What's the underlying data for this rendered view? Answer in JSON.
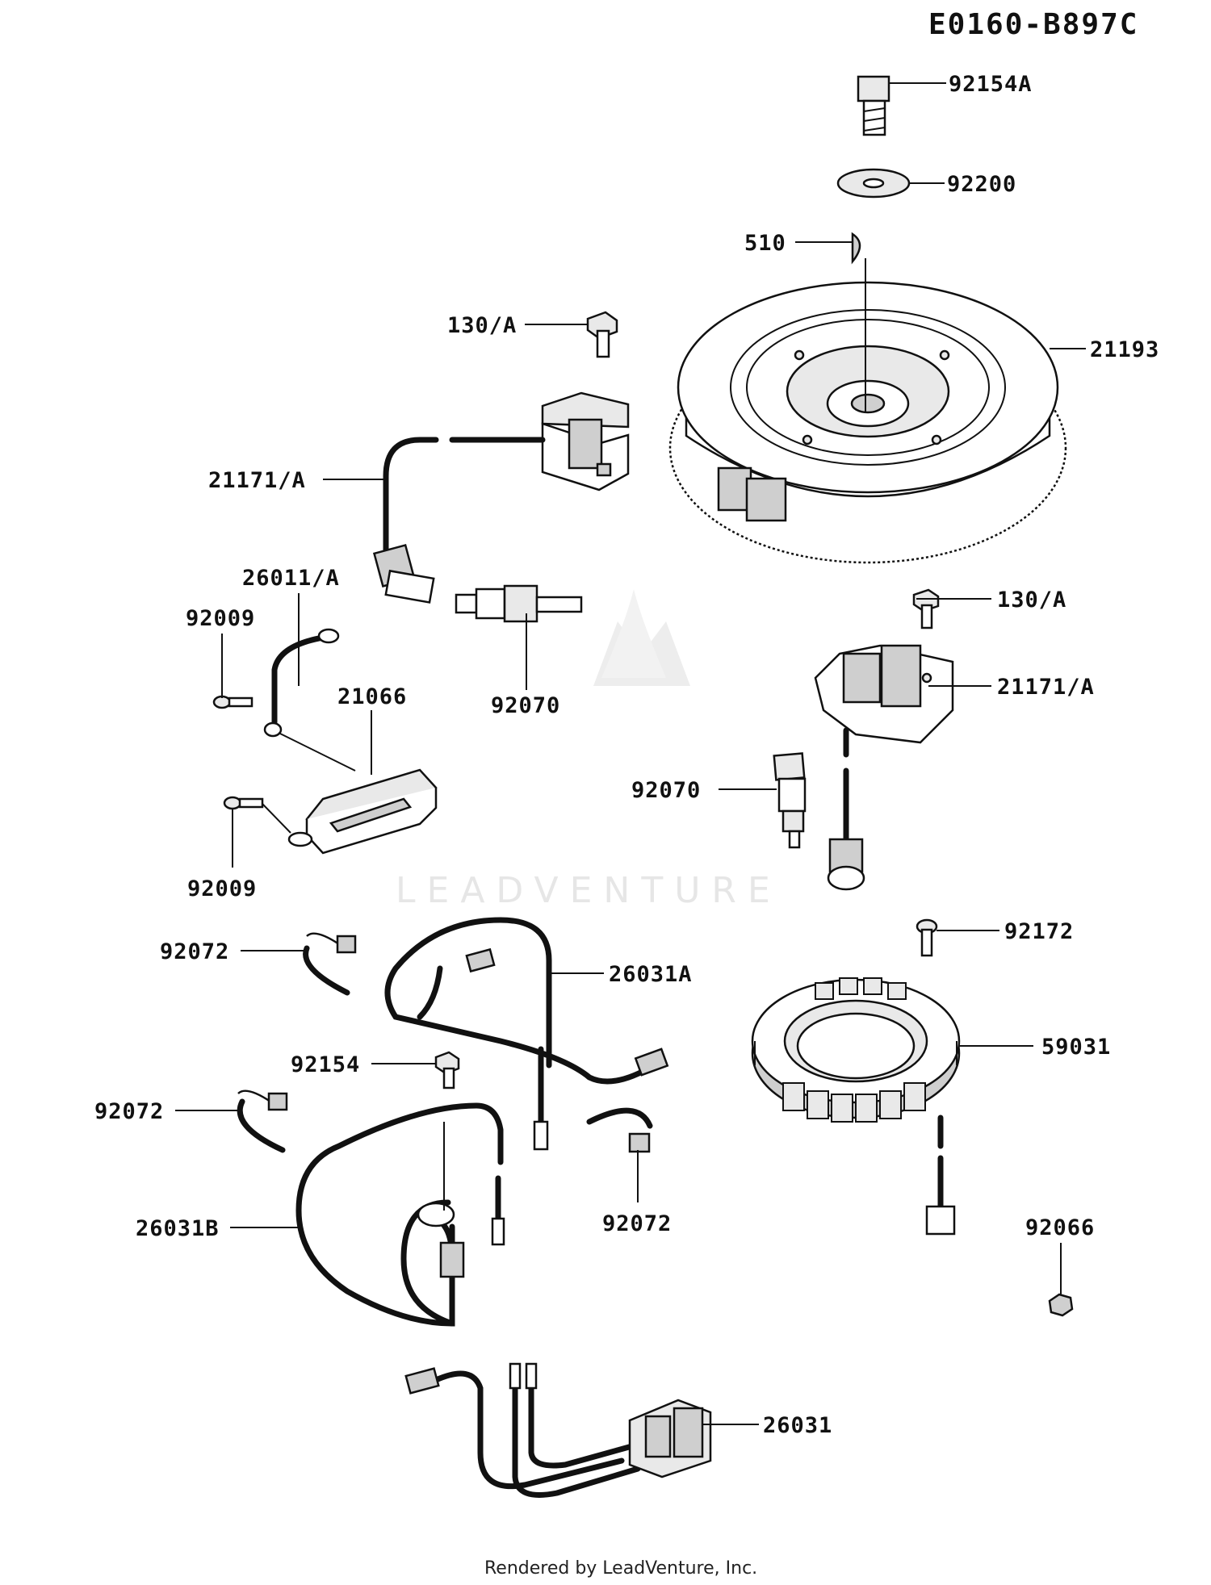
{
  "diagram": {
    "code": "E0160-B897C",
    "footer": "Rendered by LeadVenture, Inc.",
    "watermark": "LEADVENTURE",
    "callouts": [
      {
        "id": "c1",
        "text": "92154A"
      },
      {
        "id": "c2",
        "text": "92200"
      },
      {
        "id": "c3",
        "text": "510"
      },
      {
        "id": "c4",
        "text": "130/A"
      },
      {
        "id": "c5",
        "text": "21193"
      },
      {
        "id": "c6",
        "text": "21171/A"
      },
      {
        "id": "c7",
        "text": "26011/A"
      },
      {
        "id": "c8",
        "text": "92009"
      },
      {
        "id": "c9",
        "text": "21066"
      },
      {
        "id": "c10",
        "text": "92070"
      },
      {
        "id": "c11",
        "text": "130/A"
      },
      {
        "id": "c12",
        "text": "21171/A"
      },
      {
        "id": "c13",
        "text": "92070"
      },
      {
        "id": "c14",
        "text": "92009"
      },
      {
        "id": "c15",
        "text": "92072"
      },
      {
        "id": "c16",
        "text": "26031A"
      },
      {
        "id": "c17",
        "text": "92172"
      },
      {
        "id": "c18",
        "text": "59031"
      },
      {
        "id": "c19",
        "text": "92154"
      },
      {
        "id": "c20",
        "text": "92072"
      },
      {
        "id": "c21",
        "text": "92072"
      },
      {
        "id": "c22",
        "text": "26031B"
      },
      {
        "id": "c23",
        "text": "92066"
      },
      {
        "id": "c24",
        "text": "26031"
      }
    ]
  }
}
